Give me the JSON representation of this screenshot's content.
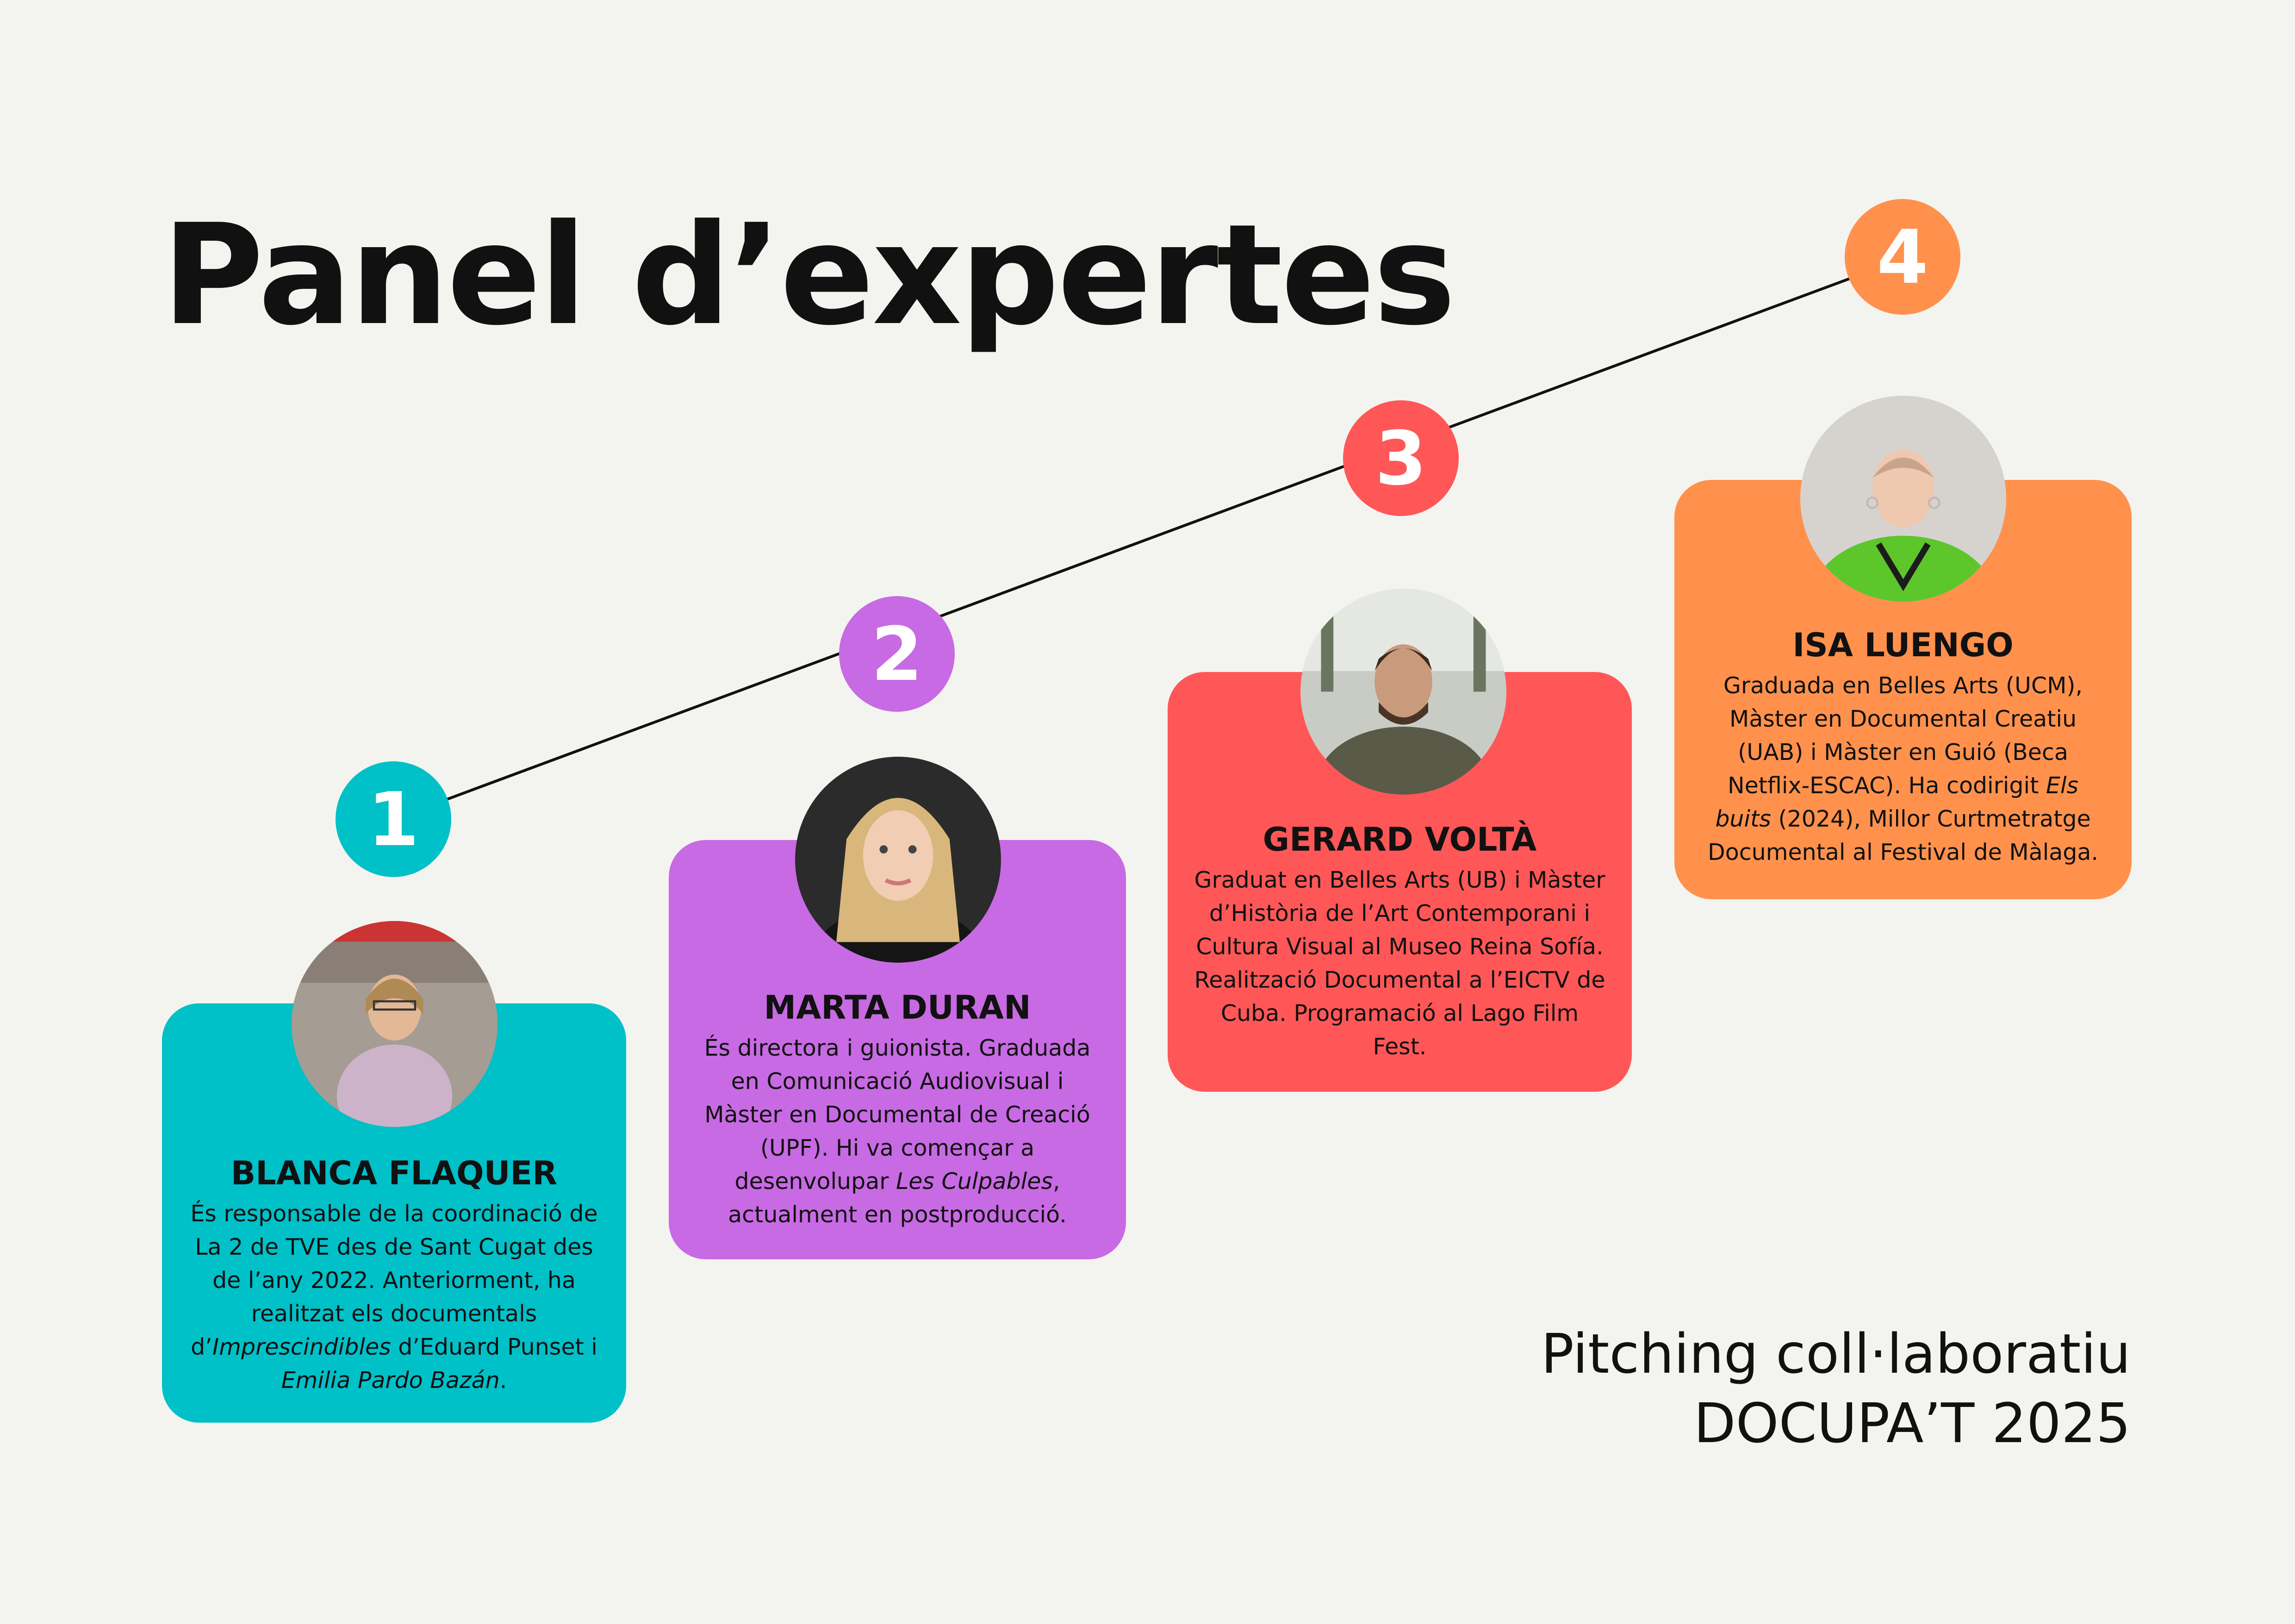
{
  "title": "Panel d’expertes",
  "colors": {
    "background": "#f3f4ef",
    "teal": "#00c0c8",
    "purple": "#c86ae4",
    "red": "#ff5757",
    "orange": "#ff914d"
  },
  "steps": [
    {
      "number": "1",
      "color": "#00c0c8"
    },
    {
      "number": "2",
      "color": "#c86ae4"
    },
    {
      "number": "3",
      "color": "#ff5757"
    },
    {
      "number": "4",
      "color": "#ff914d"
    }
  ],
  "experts": [
    {
      "name": "BLANCA FLAQUER",
      "color": "#00c0c8",
      "bio": [
        {
          "t": "És responsable de la coordinació de La 2 de TVE des de Sant Cugat des de l’any 2022. Anteriorment, ha realitzat els documentals d’"
        },
        {
          "t": "Imprescindibles",
          "i": true
        },
        {
          "t": " d’Eduard Punset i "
        },
        {
          "t": "Emilia Pardo Bazán",
          "i": true
        },
        {
          "t": "."
        }
      ]
    },
    {
      "name": "MARTA DURAN",
      "color": "#c86ae4",
      "bio": [
        {
          "t": "És directora i guionista. Graduada en Comunicació Audiovisual i Màster en Documental de Creació (UPF). Hi va començar a desenvolupar "
        },
        {
          "t": "Les Culpables",
          "i": true
        },
        {
          "t": ", actualment en postproducció."
        }
      ]
    },
    {
      "name": "GERARD VOLTÀ",
      "color": "#ff5757",
      "bio": [
        {
          "t": "Graduat en Belles Arts (UB) i Màster d’Història de l’Art Contemporani i Cultura Visual al Museo Reina Sofía. Realització Documental a l’EICTV de Cuba. Programació al Lago Film Fest."
        }
      ]
    },
    {
      "name": "ISA LUENGO",
      "color": "#ff914d",
      "bio": [
        {
          "t": "Graduada en Belles Arts (UCM), Màster en Documental Creatiu (UAB) i Màster en Guió (Beca Netflix-ESCAC). Ha codirigit "
        },
        {
          "t": "Els buits",
          "i": true
        },
        {
          "t": " (2024), Millor Curtmetratge Documental al Festival de Màlaga."
        }
      ]
    }
  ],
  "footer": {
    "line1": "Pitching coll·laboratiu",
    "line2": "DOCUPA’T 2025"
  }
}
